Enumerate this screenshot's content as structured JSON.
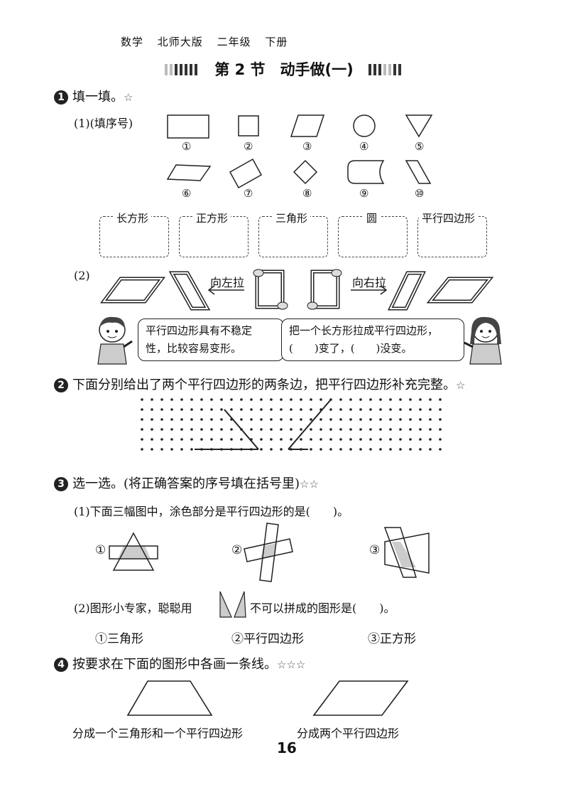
{
  "header": {
    "subject": "数学",
    "edition": "北师大版",
    "grade": "二年级",
    "volume": "下册"
  },
  "section_title": "第 2 节　动手做(一)",
  "q1": {
    "num": "1",
    "title": "填一填。",
    "stars": "☆",
    "part1_label": "(1)(填序号)",
    "shape_numbers": [
      "①",
      "②",
      "③",
      "④",
      "⑤",
      "⑥",
      "⑦",
      "⑧",
      "⑨",
      "⑩"
    ],
    "boxes": [
      "长方形",
      "正方形",
      "三角形",
      "圆",
      "平行四边形"
    ],
    "part2_label": "(2)",
    "pull_left": "向左拉",
    "pull_right": "向右拉",
    "bubble_left": [
      "平行四边形具有不稳定",
      "性，比较容易变形。"
    ],
    "bubble_right": [
      "把一个长方形拉成平行四边形，",
      "(　　)变了，(　　)没变。"
    ]
  },
  "q2": {
    "num": "2",
    "text": "下面分别给出了两个平行四边形的两条边，把平行四边形补充完整。",
    "stars": "☆"
  },
  "q3": {
    "num": "3",
    "text": "选一选。(将正确答案的序号填在括号里)",
    "stars": "☆☆",
    "part1": "(1)下面三幅图中，涂色部分是平行四边形的是(　　)。",
    "fig_labels": [
      "①",
      "②",
      "③"
    ],
    "part2_a": "(2)图形小专家，聪聪用",
    "part2_b": "不可以拼成的图形是(　　)。",
    "options": [
      "①三角形",
      "②平行四边形",
      "③正方形"
    ]
  },
  "q4": {
    "num": "4",
    "text": "按要求在下面的图形中各画一条线。",
    "stars": "☆☆☆",
    "caption_left": "分成一个三角形和一个平行四边形",
    "caption_right": "分成两个平行四边形"
  },
  "page_number": "16"
}
